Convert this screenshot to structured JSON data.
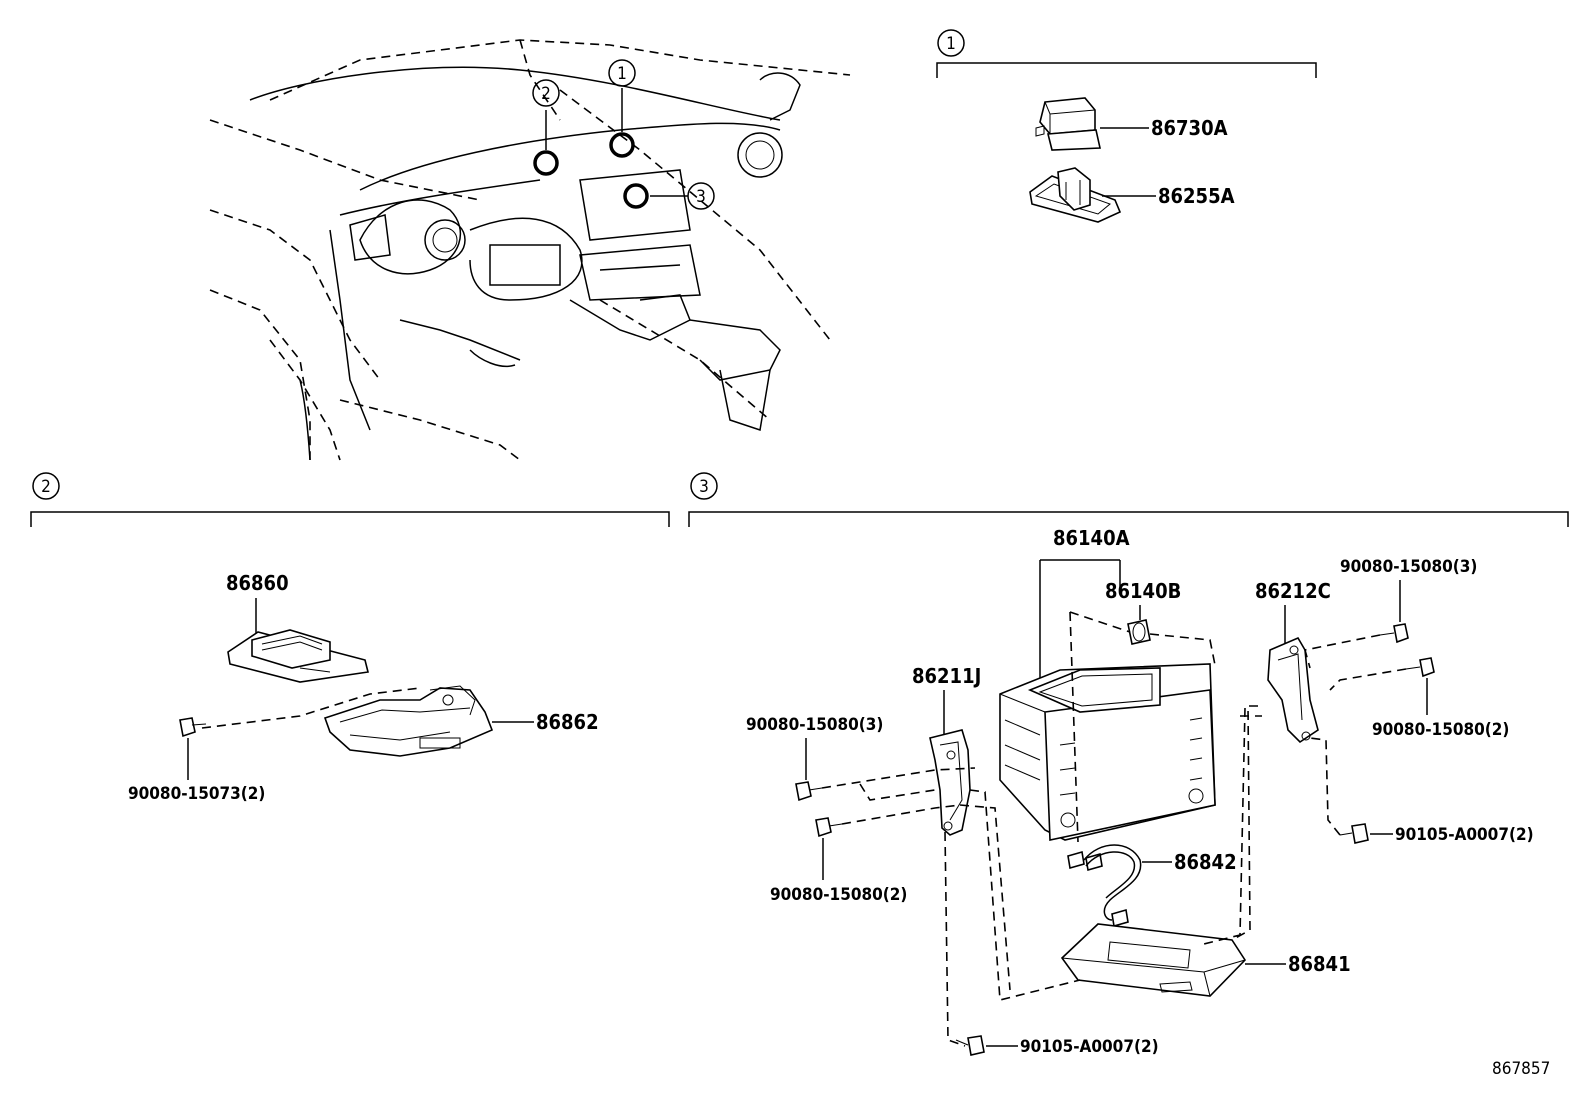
{
  "callouts": {
    "c1": "1",
    "c2": "2",
    "c3": "3"
  },
  "parts": {
    "p86730A": "86730A",
    "p86255A": "86255A",
    "p86860": "86860",
    "p86862": "86862",
    "p90080_15073_2": "90080-15073(2)",
    "p86140A": "86140A",
    "p86140B": "86140B",
    "p86211J": "86211J",
    "p86212C": "86212C",
    "p90080_15080_3_left": "90080-15080(3)",
    "p90080_15080_2_left": "90080-15080(2)",
    "p90080_15080_3_right": "90080-15080(3)",
    "p90080_15080_2_right": "90080-15080(2)",
    "p90105_A0007_2_right": "90105-A0007(2)",
    "p90105_A0007_2_bottom": "90105-A0007(2)",
    "p86842": "86842",
    "p86841": "86841"
  },
  "figure_id": "867857"
}
